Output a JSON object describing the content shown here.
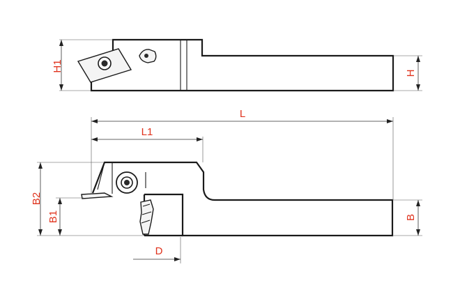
{
  "labels": {
    "H1": "H1",
    "H": "H",
    "L": "L",
    "L1": "L1",
    "B2": "B2",
    "B1": "B1",
    "B": "B",
    "D": "D"
  },
  "colors": {
    "dimension_text": "#e0321c",
    "outline": "#1a1a1a",
    "background": "#ffffff"
  }
}
